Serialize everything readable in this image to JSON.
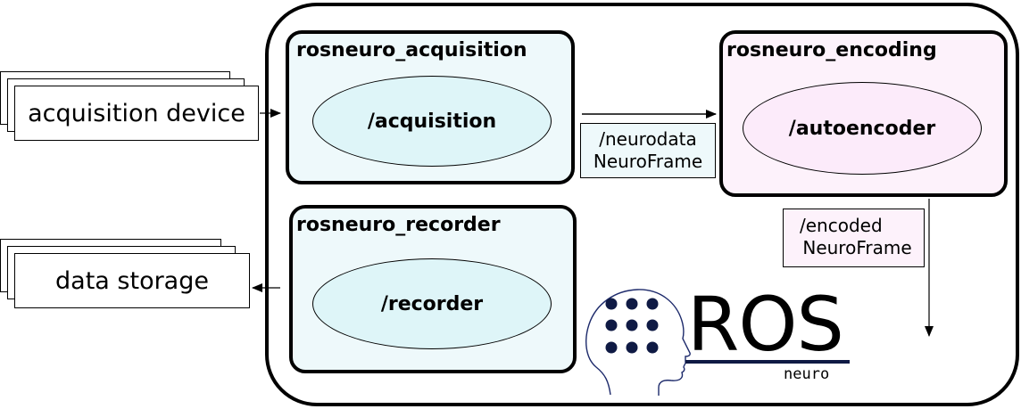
{
  "devices": {
    "acquisition": "acquisition device",
    "storage": "data storage"
  },
  "packages": {
    "acquisition": {
      "title": "rosneuro_acquisition",
      "node": "/acquisition"
    },
    "recorder": {
      "title": "rosneuro_recorder",
      "node": "/recorder"
    },
    "encoding": {
      "title": "rosneuro_encoding",
      "node": "/autoencoder"
    }
  },
  "topics": {
    "neurodata": {
      "name": "/neurodata",
      "type": "NeuroFrame"
    },
    "encoded": {
      "name": "/encoded",
      "type": "NeuroFrame"
    }
  },
  "logo": {
    "main": "ROS",
    "sub": "neuro"
  },
  "colors": {
    "acquisition_fill": "#eef9fb",
    "acquisition_node": "#def5f8",
    "encoding_fill": "#fdf2fb",
    "encoding_node": "#fcebfa",
    "logo_dots": "#0f1a44"
  }
}
